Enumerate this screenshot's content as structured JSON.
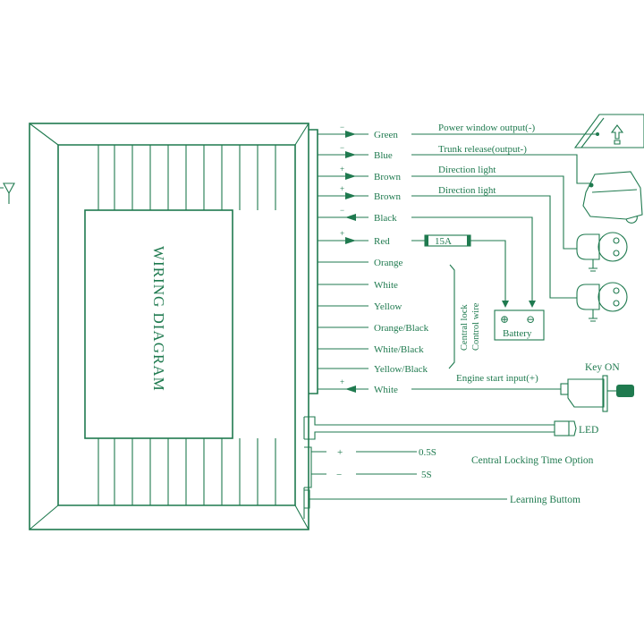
{
  "title": "WIRING DIAGRAM",
  "color": "#1f7a4f",
  "wires": [
    {
      "color": "Green",
      "sign": "−",
      "arrow": "out"
    },
    {
      "color": "Blue",
      "sign": "−",
      "arrow": "out"
    },
    {
      "color": "Brown",
      "sign": "+",
      "arrow": "out"
    },
    {
      "color": "Brown",
      "sign": "+",
      "arrow": "out"
    },
    {
      "color": "Black",
      "sign": "−",
      "arrow": "in"
    },
    {
      "color": "Red",
      "sign": "+",
      "arrow": "out"
    },
    {
      "color": "Orange",
      "sign": "",
      "arrow": "none"
    },
    {
      "color": "White",
      "sign": "",
      "arrow": "none"
    },
    {
      "color": "Yellow",
      "sign": "",
      "arrow": "none"
    },
    {
      "color": "Orange/Black",
      "sign": "",
      "arrow": "none"
    },
    {
      "color": "White/Black",
      "sign": "",
      "arrow": "none"
    },
    {
      "color": "Yellow/Black",
      "sign": "",
      "arrow": "none"
    },
    {
      "color": "White",
      "sign": "+",
      "arrow": "in"
    }
  ],
  "outputs": {
    "power_window": "Power window output(-)",
    "trunk": "Trunk release(output-)",
    "direction1": "Direction light",
    "direction2": "Direction light",
    "fuse": "15A",
    "battery": "Battery",
    "battery_plus": "⊕",
    "battery_minus": "⊖",
    "central_lock_1": "Central lock",
    "central_lock_2": "Control wire",
    "engine_start": "Engine start input(+)",
    "key_on": "Key ON",
    "led": "LED",
    "time_plus": "+",
    "time_minus": "−",
    "time_05": "0.5S",
    "time_5": "5S",
    "time_option": "Central Locking Time Option",
    "learning": "Learning Buttom"
  }
}
